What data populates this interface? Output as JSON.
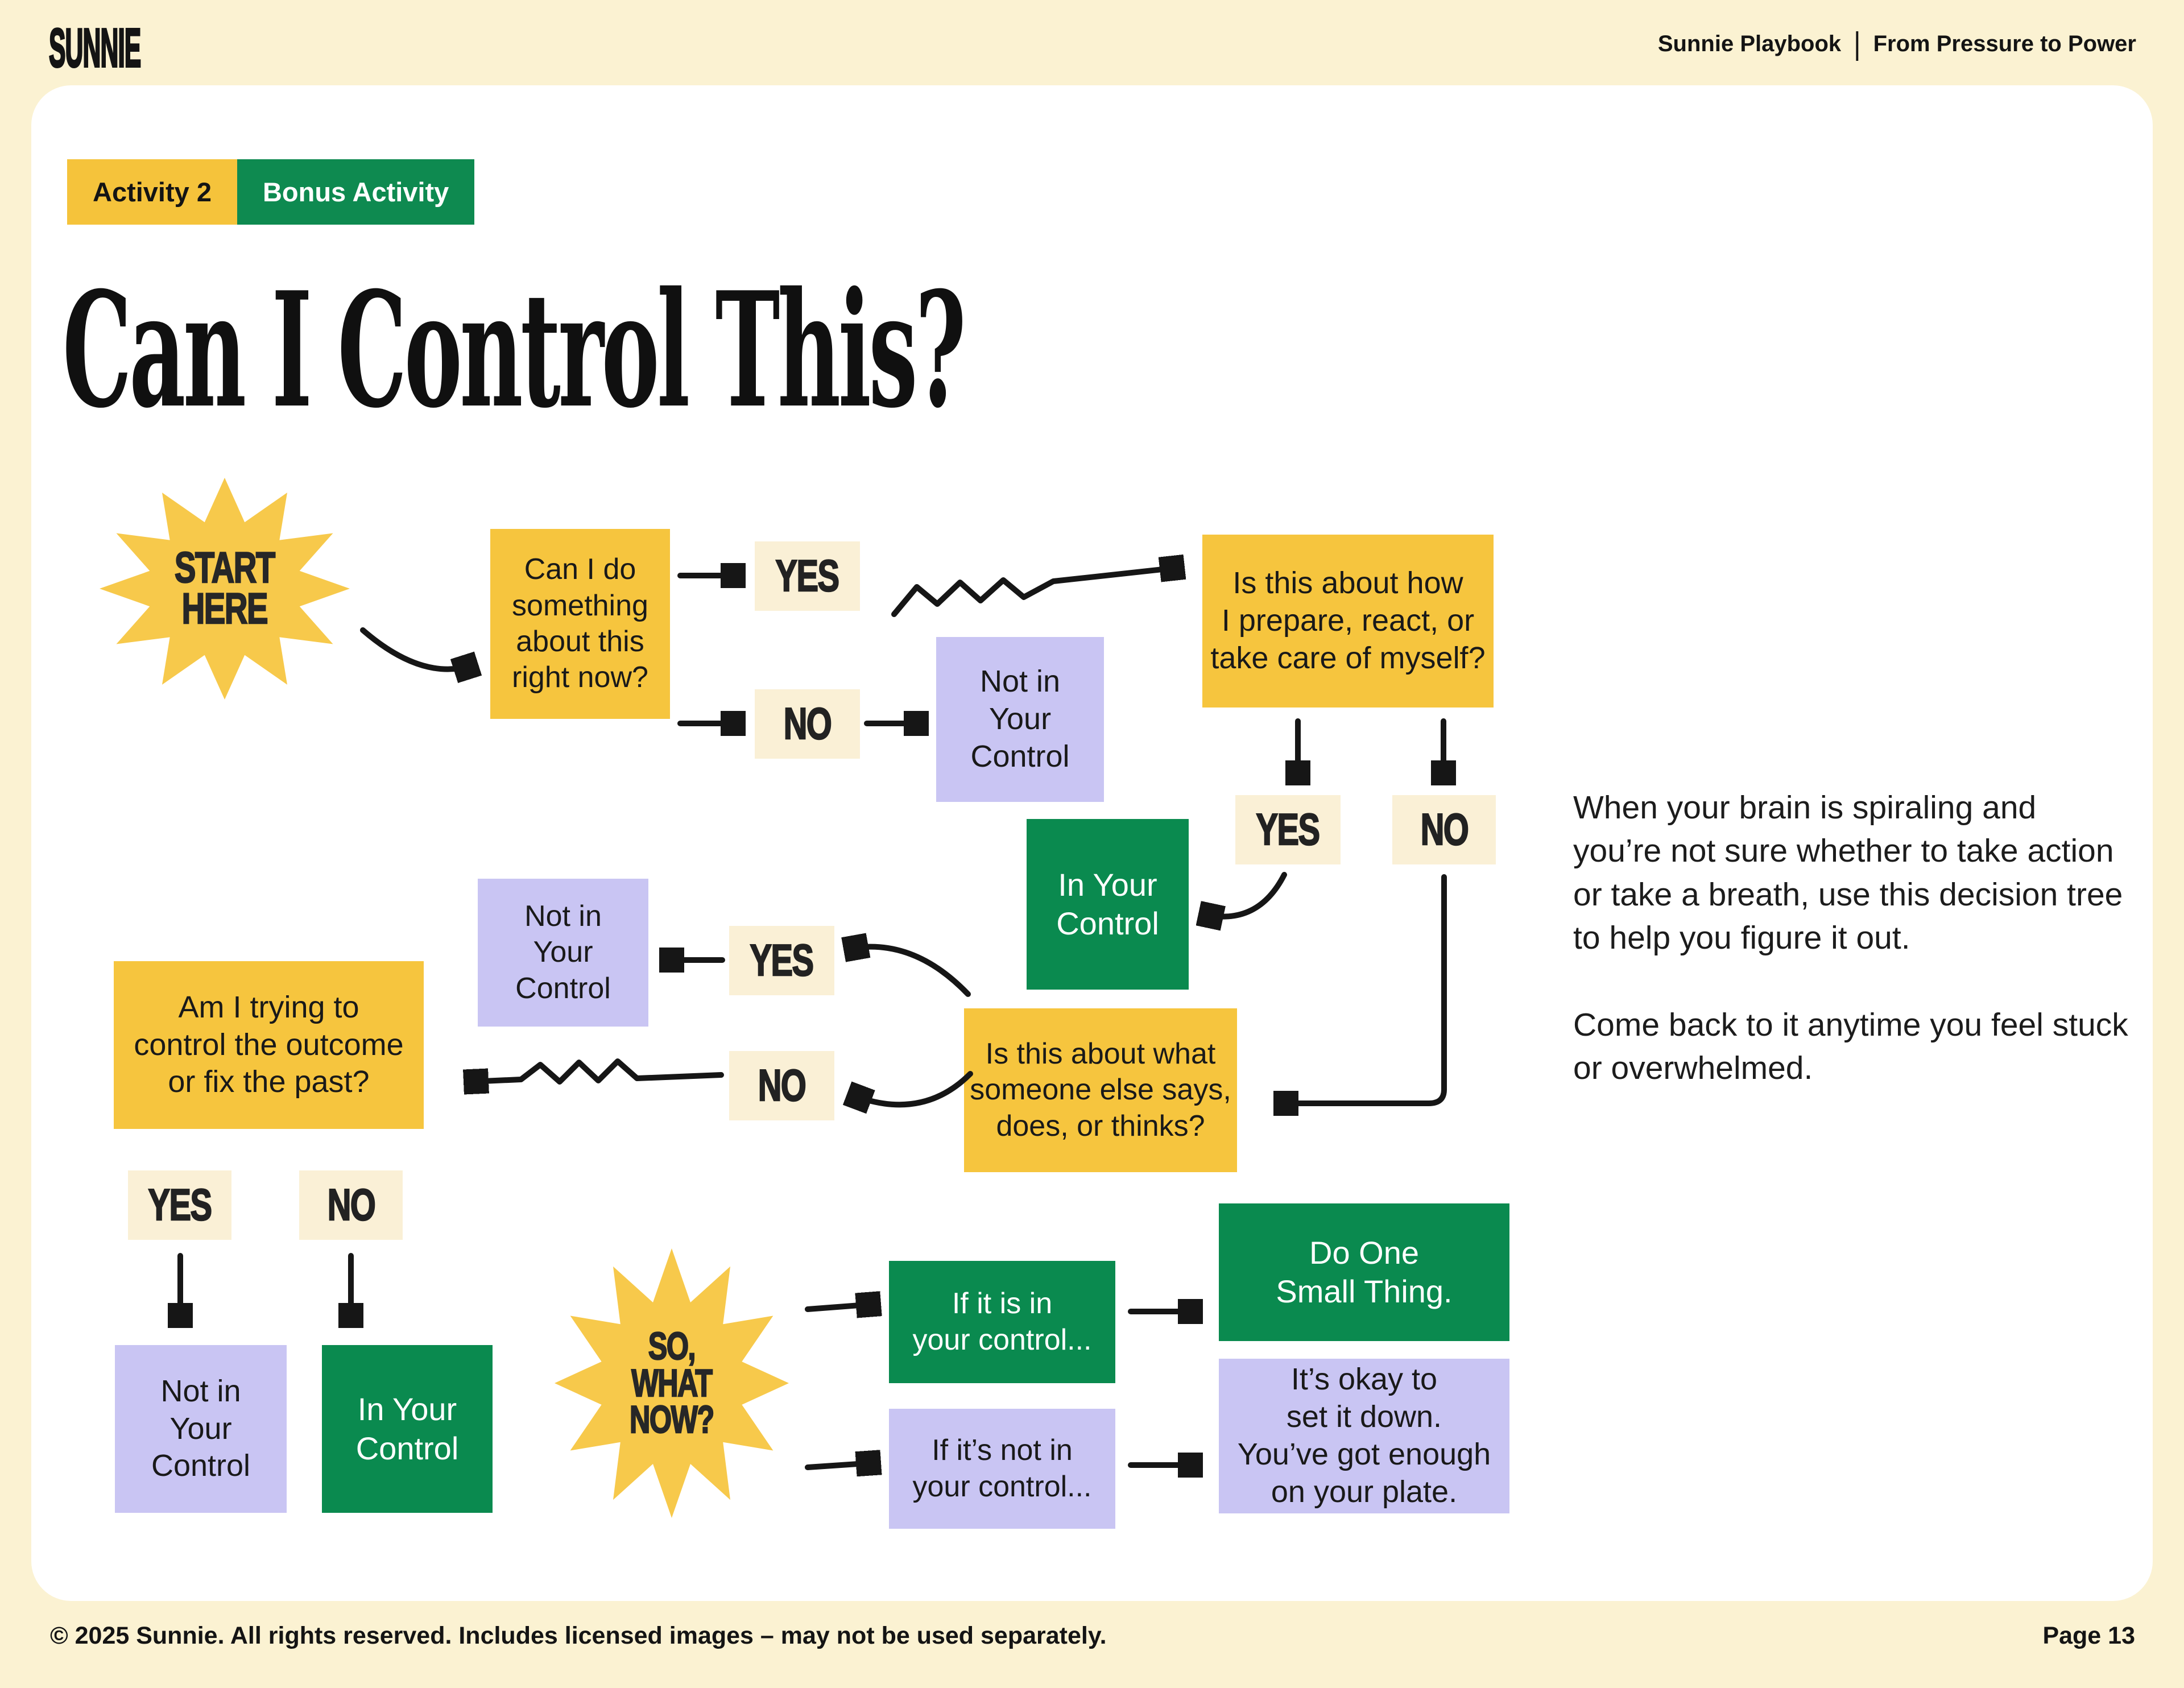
{
  "colors": {
    "background": "#FBF2D2",
    "card": "#FFFFFF",
    "yellow": "#F6C53E",
    "green": "#0A8A4F",
    "lavender": "#C9C5F3",
    "cream_chip": "#FAF0D6",
    "ink": "#1A1A1A"
  },
  "header": {
    "logo": "SUNNIE",
    "doc_title": "Sunnie Playbook",
    "separator": "|",
    "doc_subtitle": "From Pressure to Power"
  },
  "badges": {
    "activity": "Activity 2",
    "bonus": "Bonus Activity"
  },
  "title": "Can I Control This?",
  "intro": {
    "p1": "When your brain is spiraling and you’re not sure whether to take action or take a breath, use this decision tree to help you figure it out.",
    "p2": "Come back to it anytime you feel stuck or overwhelmed."
  },
  "flow": {
    "labels": {
      "yes": "YES",
      "no": "NO"
    },
    "start": "START\nHERE",
    "so_what": "SO,\nWHAT\nNOW?",
    "q_now": "Can I do\nsomething\nabout this\nright now?",
    "q_prepare": "Is this about how\nI prepare, react, or\ntake care of myself?",
    "q_someone": "Is this about what\nsomeone else says,\ndoes, or thinks?",
    "q_outcome": "Am I trying to\ncontrol the outcome\nor fix the past?",
    "not_in_control": "Not in\nYour\nControl",
    "in_control": "In Your\nControl",
    "if_in": "If it is in\nyour control...",
    "if_not": "If it’s not in\nyour control...",
    "do_one": "Do One\nSmall Thing.",
    "set_down": "It’s okay to\nset it down.\nYou’ve got enough\non your plate."
  },
  "footer": {
    "copyright": "© 2025 Sunnie. All rights reserved. Includes licensed images – may not be used separately.",
    "page": "Page 13"
  }
}
